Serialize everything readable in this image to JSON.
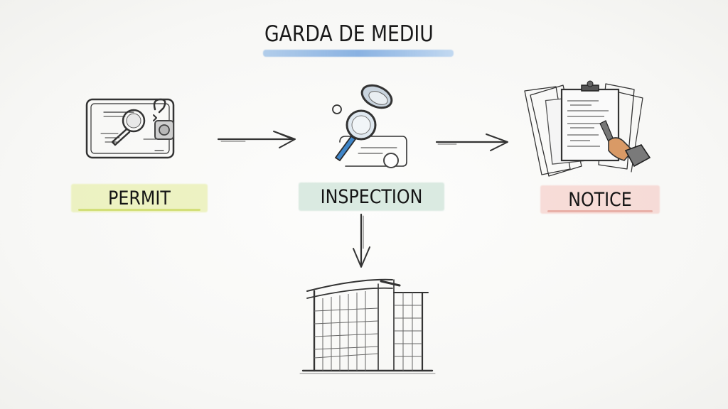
{
  "diagram": {
    "title": "GARDA DE MEDIU",
    "title_underline_color": "#7aaee6",
    "nodes": [
      {
        "id": "permit",
        "label": "PERMIT",
        "icon": "permit-certificate-icon",
        "highlight_color": "#e8efb0"
      },
      {
        "id": "inspection",
        "label": "INSPECTION",
        "icon": "magnifier-inspection-icon",
        "highlight_color": "#d3e6dc"
      },
      {
        "id": "notice",
        "label": "NOTICE",
        "icon": "clipboard-notice-icon",
        "highlight_color": "#f6d2cc"
      },
      {
        "id": "building",
        "label": "",
        "icon": "building-icon"
      }
    ],
    "edges": [
      {
        "from": "permit",
        "to": "inspection",
        "direction": "right"
      },
      {
        "from": "inspection",
        "to": "notice",
        "direction": "right"
      },
      {
        "from": "inspection",
        "to": "building",
        "direction": "down"
      }
    ]
  }
}
